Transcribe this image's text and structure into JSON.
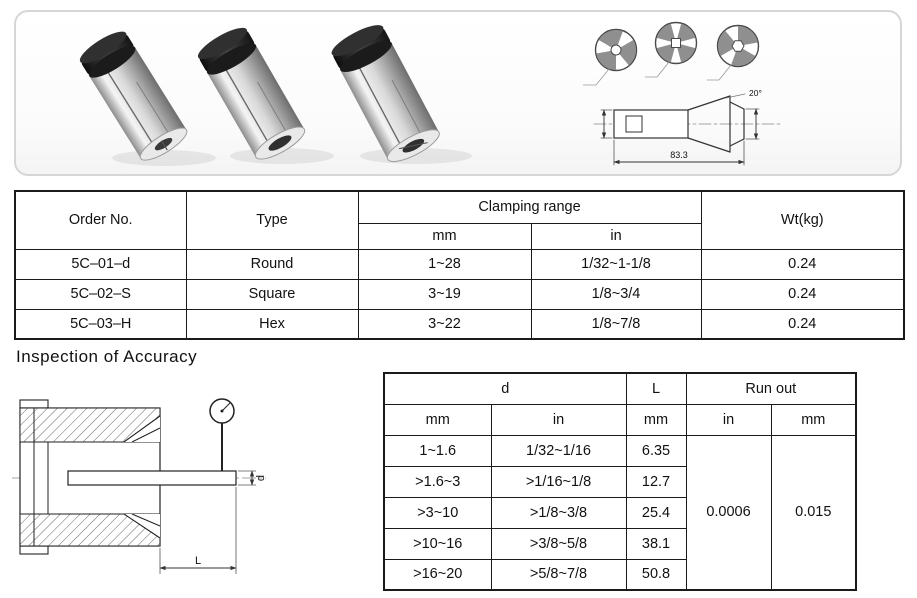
{
  "main_table": {
    "headers": {
      "order_no": "Order No.",
      "type": "Type",
      "clamping_range": "Clamping range",
      "unit_mm": "mm",
      "unit_in": "in",
      "wt": "Wt(kg)"
    },
    "rows": [
      {
        "order_no": "5C–01–d",
        "type": "Round",
        "range_mm": "1~28",
        "range_in": "1/32~1-1/8",
        "wt": "0.24"
      },
      {
        "order_no": "5C–02–S",
        "type": "Square",
        "range_mm": "3~19",
        "range_in": "1/8~3/4",
        "wt": "0.24"
      },
      {
        "order_no": "5C–03–H",
        "type": "Hex",
        "range_mm": "3~22",
        "range_in": "1/8~7/8",
        "wt": "0.24"
      }
    ]
  },
  "section": {
    "title": "Inspection of Accuracy"
  },
  "accuracy_table": {
    "headers": {
      "d": "d",
      "l": "L",
      "run_out": "Run out",
      "unit_mm": "mm",
      "unit_in": "in"
    },
    "rows": [
      {
        "d_mm": "1~1.6",
        "d_in": "1/32~1/16",
        "l_mm": "6.35"
      },
      {
        "d_mm": ">1.6~3",
        "d_in": ">1/16~1/8",
        "l_mm": "12.7"
      },
      {
        "d_mm": ">3~10",
        "d_in": ">1/8~3/8",
        "l_mm": "25.4"
      },
      {
        "d_mm": ">10~16",
        "d_in": ">3/8~5/8",
        "l_mm": "38.1"
      },
      {
        "d_mm": ">16~20",
        "d_in": ">5/8~7/8",
        "l_mm": "50.8"
      }
    ],
    "run_out": {
      "in": "0.0006",
      "mm": "0.015"
    }
  },
  "drawing_labels": {
    "overall_length": "83.3",
    "taper_angle": "20°",
    "dim_l": "L",
    "dim_d": "d"
  },
  "colors": {
    "table_border": "#1a1a1a",
    "panel_border": "#d6d6d6",
    "text": "#111111"
  }
}
